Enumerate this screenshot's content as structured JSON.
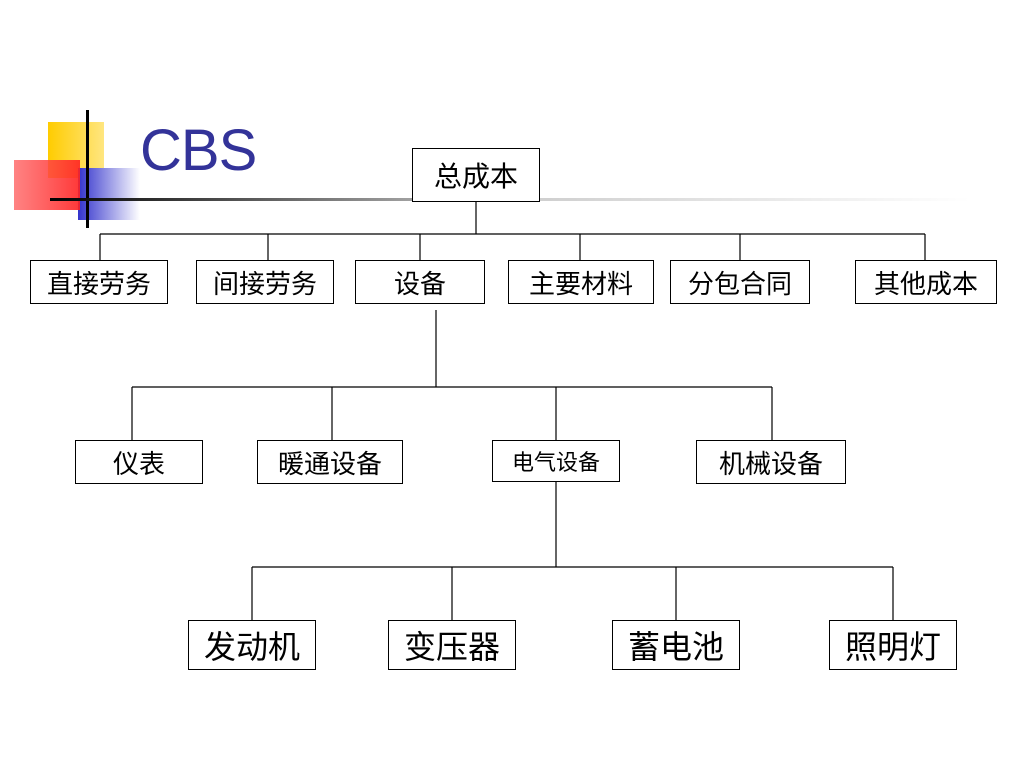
{
  "slide": {
    "title": "CBS"
  },
  "tree": {
    "root": "总成本",
    "level1": [
      "直接劳务",
      "间接劳务",
      "设备",
      "主要材料",
      "分包合同",
      "其他成本"
    ],
    "level2": [
      "仪表",
      "暖通设备",
      "电气设备",
      "机械设备"
    ],
    "level3": [
      "发动机",
      "变压器",
      "蓄电池",
      "照明灯"
    ]
  },
  "colors": {
    "title": "#333399",
    "decor_yellow": "#ffcc00",
    "decor_blue": "#3333cc",
    "decor_red": "#ff3333",
    "connector": "#000000"
  }
}
